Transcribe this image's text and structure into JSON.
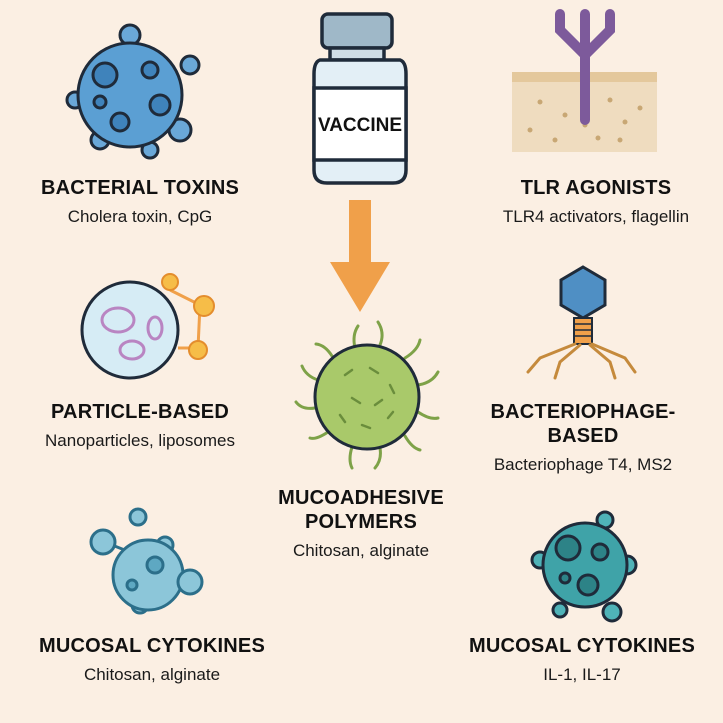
{
  "vaccine_label": "VACCINE",
  "items": [
    {
      "title": "BACTERIAL TOXINS",
      "subtitle": "Cholera toxin, CpG"
    },
    {
      "title": "TLR AGONISTS",
      "subtitle": "TLR4 activators, flagellin"
    },
    {
      "title": "PARTICLE-BASED",
      "subtitle": "Nanoparticles, liposomes"
    },
    {
      "title_line1": "BACTERIOPHAGE-",
      "title_line2": "BASED",
      "subtitle": "Bacteriophage T4, MS2"
    },
    {
      "title_line1": "MUCOADHESIVE",
      "title_line2": "POLYMERS",
      "subtitle": "Chitosan, alginate"
    },
    {
      "title": "MUCOSAL CYTOKINES",
      "subtitle": "Chitosan, alginate"
    },
    {
      "title": "MUCOSAL CYTOKINES",
      "subtitle": "IL-1, IL-17"
    }
  ],
  "colors": {
    "background": "#fbefe3",
    "bacteria_blue": "#5b9fd3",
    "tlr_purple": "#7d5a9b",
    "arrow_orange": "#f0a04a",
    "particle_sphere": "#d6ecf5",
    "particle_node": "#f6bd48",
    "phage_head": "#4f8fc4",
    "mucoadhesive_green": "#a9c96a",
    "cytokine_blue": "#8cc6d9",
    "cytokine_teal": "#3fa3a8"
  }
}
